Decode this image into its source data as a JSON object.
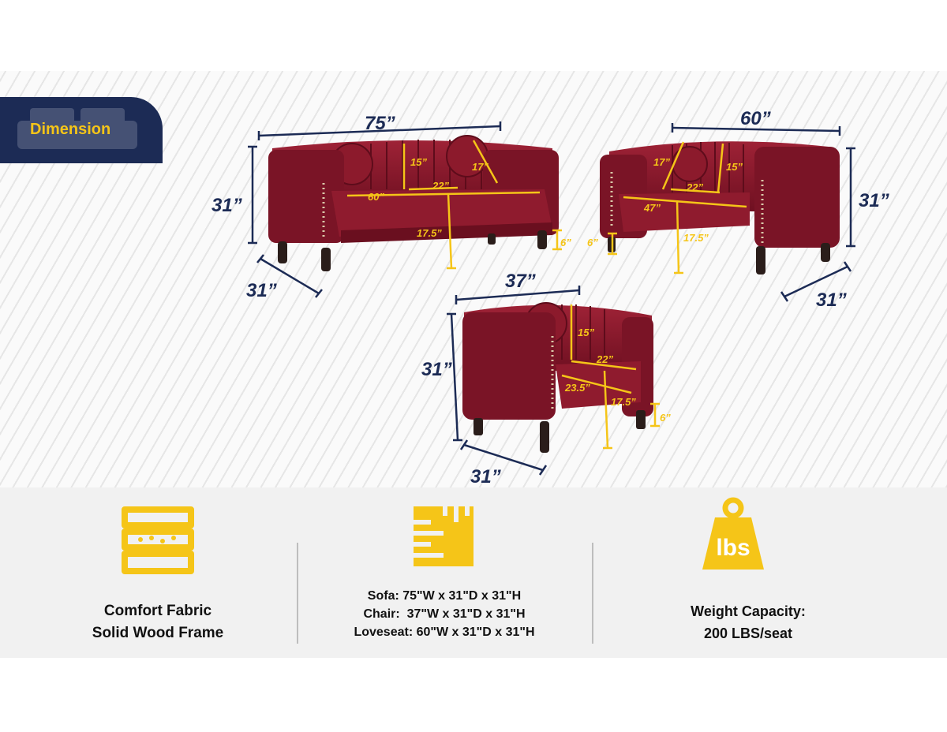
{
  "header": {
    "title": "Dimension",
    "icon": "sofa-icon"
  },
  "sofa": {
    "width": "75”",
    "height": "31”",
    "depth": "31”",
    "back": "15”",
    "pillow": "17”",
    "seat_depth": "22”",
    "seat_width": "60”",
    "seat_height": "17.5”",
    "leg": "6”"
  },
  "loveseat": {
    "width": "60”",
    "height": "31”",
    "depth": "31”",
    "back": "15”",
    "pillow": "17”",
    "seat_depth": "22”",
    "seat_width": "47”",
    "seat_height": "17.5”",
    "leg": "6”"
  },
  "chair": {
    "width": "37”",
    "height": "31”",
    "depth": "31”",
    "back": "15”",
    "seat_depth": "22”",
    "seat_width": "23.5”",
    "seat_height": "17.5”",
    "leg": "6”"
  },
  "features": [
    {
      "icon": "layers-icon",
      "lines": [
        "Comfort Fabric",
        "Solid Wood Frame"
      ]
    },
    {
      "icon": "ruler-icon",
      "lines": [
        "Sofa: 75\"W x 31\"D x 31\"H",
        "Chair:  37\"W x 31\"D x 31\"H",
        "Loveseat: 60\"W x 31\"D x 31\"H"
      ]
    },
    {
      "icon": "weight-icon",
      "icon_text": "lbs",
      "lines": [
        "Weight Capacity:",
        "200 LBS/seat"
      ]
    }
  ],
  "colors": {
    "navy": "#1c2b55",
    "gold": "#f5c518",
    "upholstery": "#8c1a2c"
  }
}
